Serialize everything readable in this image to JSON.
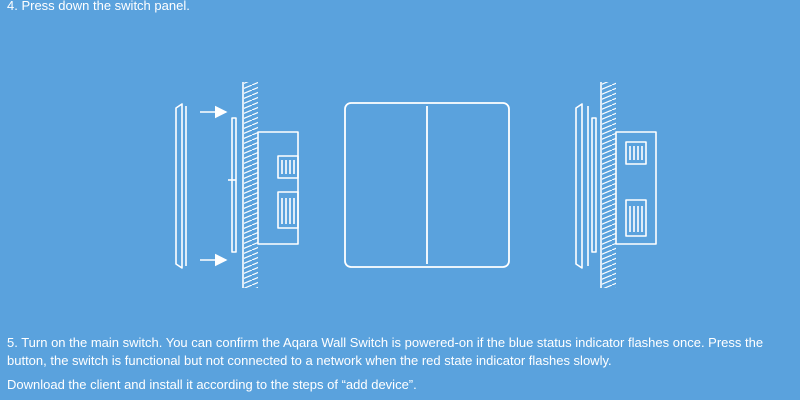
{
  "step4": {
    "heading": "4. Press down the switch panel."
  },
  "step5": {
    "text": "5. Turn on the main switch. You can confirm the Aqara Wall Switch is powered-on if the blue status indicator flashes once. Press the button, the switch is functional but not connected to a network when the red state indicator flashes slowly."
  },
  "footer": {
    "text": "Download the client and install it according to the steps of “add device”."
  },
  "colors": {
    "background": "#5aa2dd",
    "foreground": "#ffffff"
  },
  "icons": [
    "side-view-pressing-diagram",
    "front-view-double-switch",
    "side-view-installed-diagram",
    "arrow-right-icon"
  ]
}
